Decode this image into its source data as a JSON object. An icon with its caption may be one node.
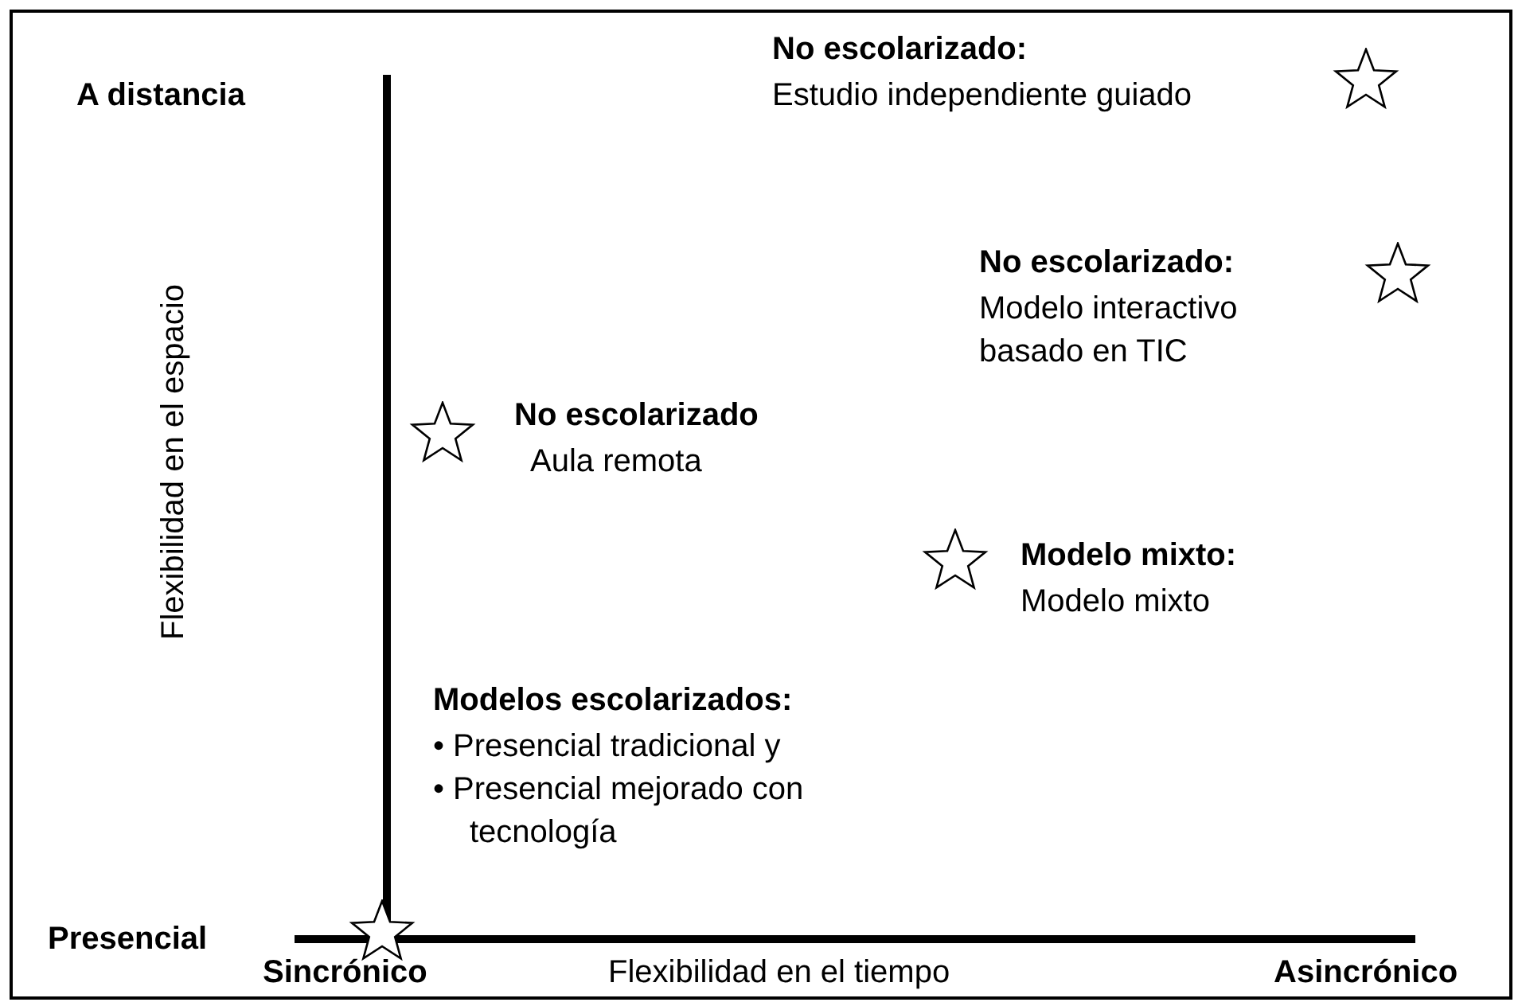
{
  "diagram": {
    "nodes": [
      {
        "text": [],
        "shape": "star",
        "beside": [
          "No escolarizado:",
          "Estudio independiente guiado"
        ]
      },
      {
        "text": [],
        "shape": "star",
        "beside": [
          "No escolarizado:",
          "Modelo interactivo basado en TIC"
        ]
      },
      {
        "text": [],
        "shape": "star",
        "beside": [
          "No escolarizado",
          "Aula remota"
        ]
      },
      {
        "text": [],
        "shape": "star",
        "beside": [
          "Modelo mixto:",
          "Modelo mixto"
        ]
      },
      {
        "text": [],
        "shape": "star",
        "beside": [
          "Modelos escolarizados:",
          "• Presencial tradicional y",
          "• Presencial mejorado con tecnología"
        ]
      }
    ],
    "labels": [
      "A distancia",
      "Flexibilidad en el espacio",
      "Presencial",
      "Sincrónico",
      "Flexibilidad en el tiempo",
      "Asincrónico"
    ]
  }
}
